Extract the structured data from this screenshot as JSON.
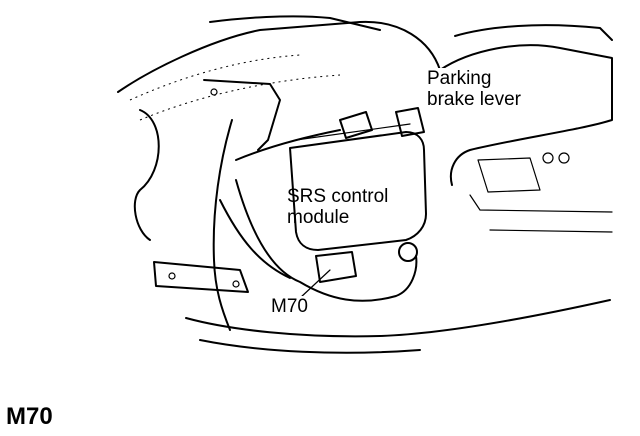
{
  "labels": {
    "parking_line1": "Parking",
    "parking_line2": "brake lever",
    "srs_line1": "SRS control",
    "srs_line2": "module",
    "connector": "M70"
  },
  "caption": "M70"
}
